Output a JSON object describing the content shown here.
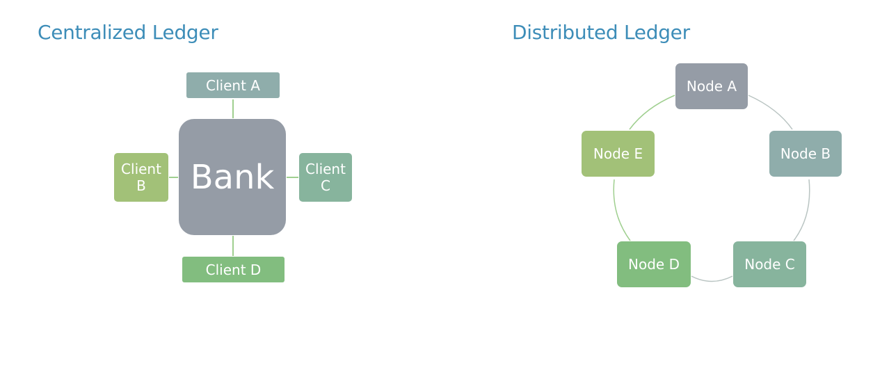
{
  "centralized": {
    "title": "Centralized Ledger",
    "hub": "Bank",
    "clients": {
      "a": "Client A",
      "b_line1": "Client",
      "b_line2": "B",
      "c_line1": "Client",
      "c_line2": "C",
      "d": "Client D"
    }
  },
  "distributed": {
    "title": "Distributed Ledger",
    "nodes": {
      "a": "Node A",
      "b": "Node B",
      "c": "Node C",
      "d": "Node D",
      "e": "Node E"
    }
  },
  "colors": {
    "title": "#3d8db8",
    "gray": "#959ca6",
    "teal": "#8fadab",
    "lime": "#a2c178",
    "green": "#82bd7f",
    "sea": "#87b49d",
    "connector_green": "#9fcf8f",
    "connector_gray": "#b9c4c2"
  }
}
